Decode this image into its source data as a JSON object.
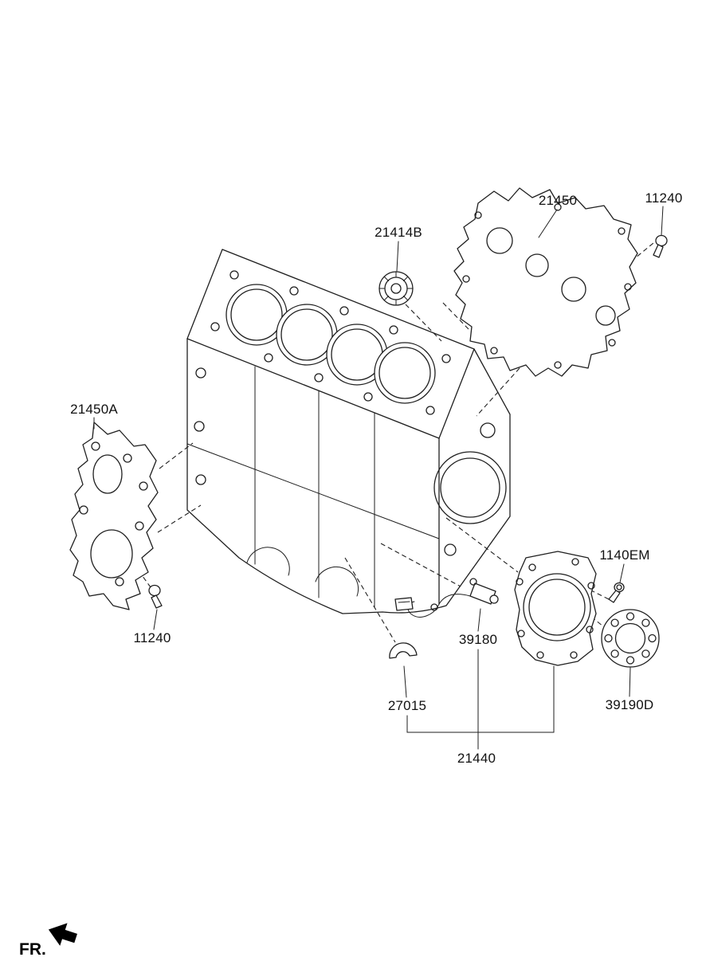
{
  "diagram": {
    "type": "engine-parts-exploded-diagram",
    "colors": {
      "line": "#1f1f1f",
      "background": "#ffffff",
      "label_text": "#111111"
    },
    "icons": {
      "direction_arrow": "solid-left-arrow"
    },
    "footer": {
      "direction_label": "FR."
    },
    "part_labels": [
      {
        "id": "21414B",
        "text": "21414B"
      },
      {
        "id": "21450",
        "text": "21450"
      },
      {
        "id": "11240-top",
        "text": "11240"
      },
      {
        "id": "21450A",
        "text": "21450A"
      },
      {
        "id": "11240-bottom",
        "text": "11240"
      },
      {
        "id": "1140EM",
        "text": "1140EM"
      },
      {
        "id": "39180",
        "text": "39180"
      },
      {
        "id": "27015",
        "text": "27015"
      },
      {
        "id": "39190D",
        "text": "39190D"
      },
      {
        "id": "21440",
        "text": "21440"
      }
    ]
  }
}
